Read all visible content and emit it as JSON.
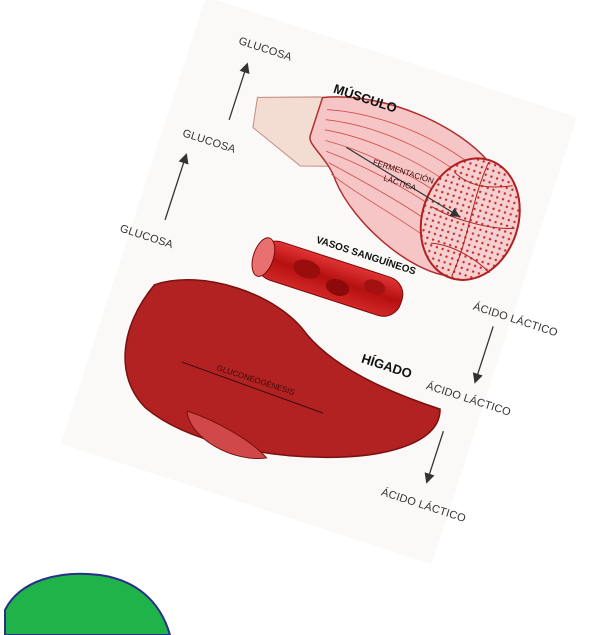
{
  "diagram": {
    "organs": {
      "muscle": "MÚSCULO",
      "vessels": "VASOS SANGUÍNEOS",
      "liver": "HÍGADO"
    },
    "processes": {
      "fermentation_line1": "FERMENTACIÓN",
      "fermentation_line2": "LÁCTICA",
      "gluconeogenesis": "GLUCONEOGÉNESIS"
    },
    "glucose_labels": [
      "GLUCOSA",
      "GLUCOSA",
      "GLUCOSA"
    ],
    "lactic_labels": [
      "ÁCIDO LÁCTICO",
      "ÁCIDO LÁCTICO",
      "ÁCIDO LÁCTICO"
    ]
  },
  "colors": {
    "liver": "#b22222",
    "liver_dark": "#8b1a1a",
    "muscle": "#e14a4a",
    "muscle_fiber": "#f6c6c6",
    "vessel": "#c01818",
    "tendon": "#f3dcd2",
    "card": "#f6f4f2",
    "green_shape": "#1fb34a",
    "green_border": "#2a2f8a"
  }
}
